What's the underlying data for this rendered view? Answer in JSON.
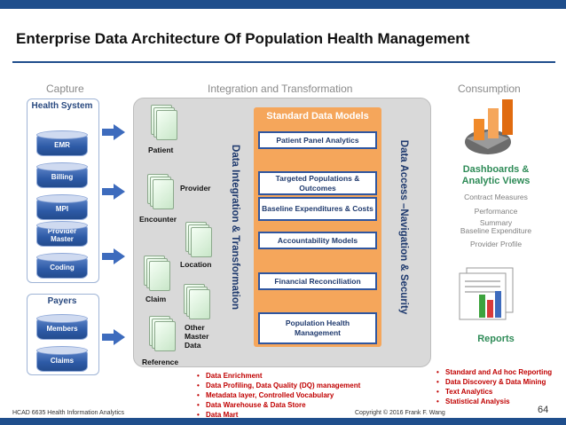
{
  "title": "Enterprise Data Architecture Of Population Health Management",
  "sections": {
    "capture": "Capture",
    "integration": "Integration and Transformation",
    "consumption": "Consumption"
  },
  "health_system": {
    "title": "Health System",
    "items": [
      "EMR",
      "Billing",
      "MPI",
      "Provider Master",
      "Coding"
    ]
  },
  "payers": {
    "title": "Payers",
    "items": [
      "Members",
      "Claims"
    ]
  },
  "entities": [
    "Patient",
    "Provider",
    "Encounter",
    "Location",
    "Claim",
    "Other Master Data",
    "Reference"
  ],
  "vertical_labels": {
    "integration": "Data Integration & Transformation",
    "access": "Data Access –Navigation & Security"
  },
  "standard_models": {
    "title": "Standard Data Models",
    "items": [
      "Patient Panel Analytics",
      "Targeted Populations & Outcomes",
      "Baseline Expenditures & Costs",
      "Accountability Models",
      "Financial Reconciliation",
      "Population Health Management"
    ]
  },
  "dashboards": {
    "title": "Dashboards & Analytic Views",
    "items": [
      "Contract Measures",
      "Performance Summary",
      "Baseline Expenditure",
      "Provider Profile"
    ]
  },
  "reports": {
    "title": "Reports"
  },
  "integration_bullets": [
    "Data Enrichment",
    "Data Profiling, Data Quality (DQ) management",
    "Metadata layer, Controlled Vocabulary",
    "Data Warehouse & Data Store",
    "Data Mart"
  ],
  "report_bullets": [
    "Standard and Ad hoc Reporting",
    "Data Discovery & Data Mining",
    "Text Analytics",
    "Statistical Analysis"
  ],
  "footer": {
    "left": "HCAD 6635 Health Information Analytics",
    "center": "Copyright © 2016 Frank F. Wang",
    "page": "64"
  },
  "colors": {
    "brand_blue": "#1f4e8c",
    "orange": "#f5a65b",
    "bullet_red": "#c00000",
    "heading_green": "#2e8b57"
  }
}
